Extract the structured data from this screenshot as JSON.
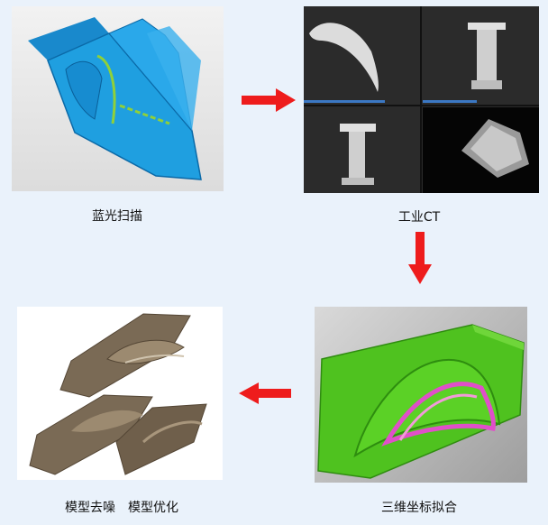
{
  "steps": [
    {
      "label": "蓝光扫描"
    },
    {
      "label": "工业CT"
    },
    {
      "label": "三维坐标拟合"
    },
    {
      "label": "模型去噪　模型优化"
    }
  ],
  "colors": {
    "page_background": "#eaf2fb",
    "arrow": "#ee1c1c",
    "scan_blue": "#1f9fe0",
    "ct_background": "#2b2b2b",
    "fit_green": "#4fc21f",
    "fit_pink": "#e04fc9",
    "model_brown": "#7a6a55"
  },
  "icons": [
    "right-arrow-icon",
    "down-arrow-icon",
    "left-arrow-icon"
  ]
}
